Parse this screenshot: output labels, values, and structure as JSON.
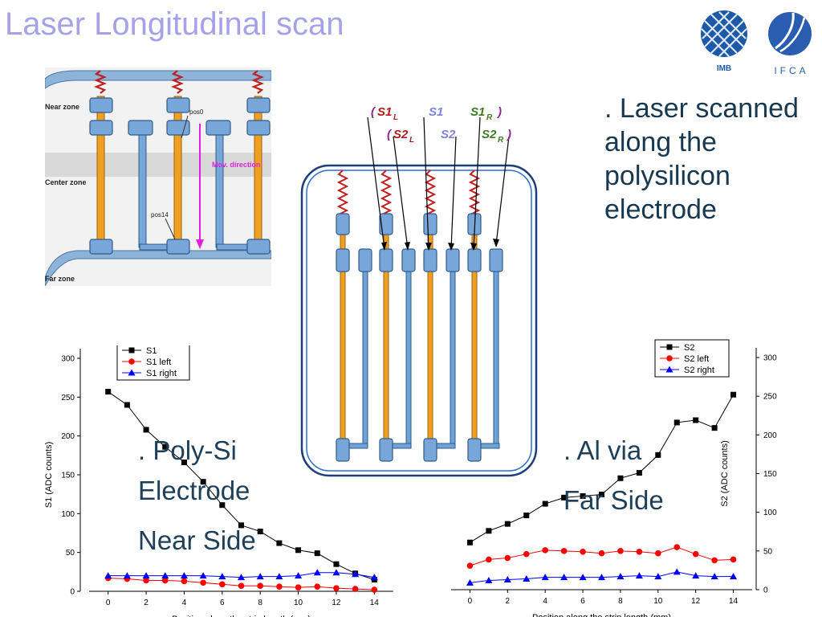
{
  "title": "Laser Longitudinal scan",
  "logos": {
    "left": "IMB",
    "right": "IFCA"
  },
  "bullet_laser": [
    ". Laser scanned",
    "along the",
    "polysilicon",
    "electrode"
  ],
  "bullet_polysi": [
    ". Poly-Si",
    "Electrode",
    "Near Side"
  ],
  "bullet_al": [
    ". Al via",
    "Far Side"
  ],
  "detector_photo": {
    "zones": [
      "Near zone",
      "Center zone",
      "Far zone"
    ],
    "positions": [
      "pos0",
      "pos14"
    ],
    "direction": "Mov. direction"
  },
  "electrode_labels": {
    "row1": {
      "open": "(",
      "s1l": "S1",
      "s1l_sub": "L",
      "s1": "S1",
      "s1r": "S1",
      "s1r_sub": "R",
      "close": ")"
    },
    "row2": {
      "open": "(",
      "s2l": "S2",
      "s2l_sub": "L",
      "s2": "S2",
      "s2r": "S2",
      "s2r_sub": "R",
      "close": ")"
    }
  },
  "colors": {
    "s1l": "#b01c1c",
    "s1": "#8080e0",
    "s1r": "#3e7b23",
    "paren": "#8e2a8e",
    "electrode_orange": "#f0a020",
    "electrode_blue": "#6fa2d6",
    "pad_blue": "#78a6d8",
    "spring_red": "#c02020"
  },
  "chart_data": [
    {
      "type": "line",
      "x": [
        0,
        1,
        2,
        3,
        4,
        5,
        6,
        7,
        8,
        9,
        10,
        11,
        12,
        13,
        14
      ],
      "xticks": [
        0,
        2,
        4,
        6,
        8,
        10,
        12,
        14
      ],
      "xlim": [
        -1,
        15
      ],
      "ylim": [
        0,
        300
      ],
      "yticks": [
        0,
        50,
        100,
        150,
        200,
        250,
        300
      ],
      "xlabel": "Position along the strip length (mm)",
      "ylabel": "S1 (ADC counts)",
      "series": [
        {
          "name": "S1",
          "color": "#000000",
          "marker": "square",
          "values": [
            257,
            240,
            208,
            186,
            166,
            141,
            111,
            85,
            77,
            62,
            53,
            49,
            35,
            23,
            15
          ]
        },
        {
          "name": "S1 left",
          "color": "#ff0000",
          "marker": "circle",
          "values": [
            17,
            16,
            14,
            14,
            13,
            11,
            9,
            7,
            7,
            6,
            5,
            6,
            4,
            3,
            2
          ]
        },
        {
          "name": "S1 right",
          "color": "#0000ff",
          "marker": "triangle",
          "values": [
            20,
            20,
            20,
            20,
            20,
            20,
            19,
            18,
            19,
            19,
            20,
            24,
            24,
            22,
            18
          ]
        }
      ]
    },
    {
      "type": "line",
      "x": [
        0,
        1,
        2,
        3,
        4,
        5,
        6,
        7,
        8,
        9,
        10,
        11,
        12,
        13,
        14
      ],
      "xticks": [
        0,
        2,
        4,
        6,
        8,
        10,
        12,
        14
      ],
      "xlim": [
        -1,
        15
      ],
      "ylim": [
        0,
        300
      ],
      "yticks": [
        0,
        50,
        100,
        150,
        200,
        250,
        300
      ],
      "xlabel": "Position along the strip length (mm)",
      "ylabel": "S2 (ADC counts)",
      "series": [
        {
          "name": "S2",
          "color": "#000000",
          "marker": "square",
          "values": [
            61,
            76,
            85,
            96,
            111,
            119,
            121,
            123,
            144,
            151,
            174,
            216,
            219,
            209,
            252
          ]
        },
        {
          "name": "S2 left",
          "color": "#ff0000",
          "marker": "circle",
          "values": [
            31,
            39,
            41,
            46,
            51,
            50,
            49,
            47,
            50,
            49,
            47,
            55,
            46,
            38,
            39
          ]
        },
        {
          "name": "S2 right",
          "color": "#0000ff",
          "marker": "triangle",
          "values": [
            9,
            12,
            13,
            14,
            16,
            16,
            16,
            16,
            17,
            18,
            17,
            23,
            18,
            17,
            17
          ]
        }
      ]
    }
  ]
}
